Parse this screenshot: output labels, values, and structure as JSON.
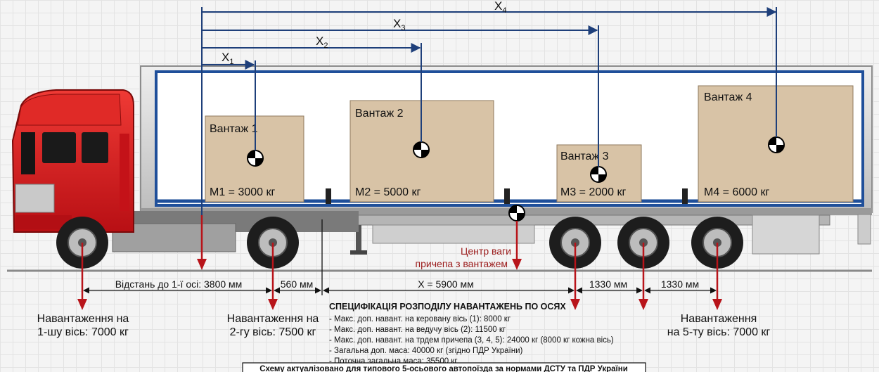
{
  "x_labels": [
    {
      "main": "X",
      "sub": "1"
    },
    {
      "main": "X",
      "sub": "2"
    },
    {
      "main": "X",
      "sub": "3"
    },
    {
      "main": "X",
      "sub": "4"
    }
  ],
  "cargo": [
    {
      "name": "Вантаж 1",
      "mass": "M1 = 3000 кг"
    },
    {
      "name": "Вантаж 2",
      "mass": "M2 = 5000 кг"
    },
    {
      "name": "Вантаж 3",
      "mass": "M3 = 2000 кг"
    },
    {
      "name": "Вантаж 4",
      "mass": "M4 = 6000 кг"
    }
  ],
  "center": {
    "line1": "Центр ваги",
    "line2": "причепа з вантажем"
  },
  "distances": {
    "first_axle": "Відстань до 1-ї осі: 3800 мм",
    "axle_gap": "560 мм",
    "x": "X = 5900 мм",
    "gap_a": "1330 мм",
    "gap_b": "1330 мм"
  },
  "loads": {
    "axle1_l1": "Навантаження на",
    "axle1_l2": "1-шу вісь: 7000 кг",
    "axle2_l1": "Навантаження на",
    "axle2_l2": "2-гу вісь: 7500 кг",
    "axle5_l1": "Навантаження",
    "axle5_l2": "на 5-ту вісь: 7000 кг"
  },
  "spec": {
    "title": "СПЕЦИФІКАЦІЯ РОЗПОДІЛУ НАВАНТАЖЕНЬ ПО ОСЯХ",
    "lines": [
      "- Макс. доп. навант. на керовану вісь (1): 8000 кг",
      "- Макс. доп. навант. на ведучу вісь (2): 11500 кг",
      "- Макс. доп. навант. на трдем причепа (3, 4, 5): 24000 кг (8000 кг кожна вісь)",
      "- Загальна доп. маса: 40000 кг (згідно ПДР України)",
      "- Поточна загальна маса: 35500 кг"
    ]
  },
  "footer": "Схему актуалізовано для типового 5-осьового автопоїзда за нормами ДСТУ та ПДР України",
  "colors": {
    "truck": "#d8161b",
    "cargo": "#d8c3a6",
    "frame": "#1f4f9a",
    "arrow": "#b8141a",
    "line": "#1e3f7a"
  }
}
